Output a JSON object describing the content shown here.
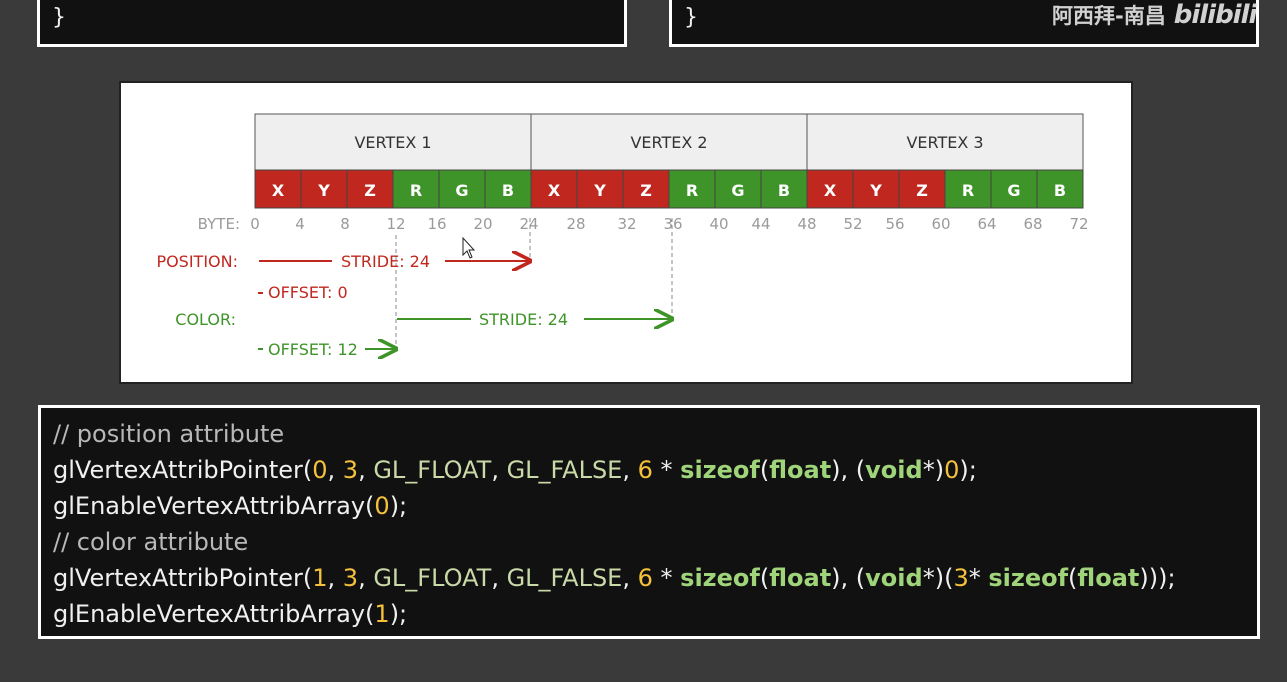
{
  "top_snippets": {
    "left_brace": "}",
    "right_brace": "}"
  },
  "watermark": {
    "author": "阿西拜-南昌",
    "logo": "bilibili"
  },
  "diagram": {
    "vertices": [
      "VERTEX 1",
      "VERTEX 2",
      "VERTEX 3"
    ],
    "components": [
      "X",
      "Y",
      "Z",
      "R",
      "G",
      "B",
      "X",
      "Y",
      "Z",
      "R",
      "G",
      "B",
      "X",
      "Y",
      "Z",
      "R",
      "G",
      "B"
    ],
    "byte_label": "BYTE:",
    "byte_ticks": [
      "0",
      "4",
      "8",
      "12",
      "16",
      "20",
      "24",
      "28",
      "32",
      "36",
      "40",
      "44",
      "48",
      "52",
      "56",
      "60",
      "64",
      "68",
      "72"
    ],
    "position": {
      "label": "POSITION:",
      "stride": "STRIDE: 24",
      "offset": "OFFSET: 0"
    },
    "color": {
      "label": "COLOR:",
      "stride": "STRIDE: 24",
      "offset": "OFFSET: 12"
    },
    "colors": {
      "position_red": "#c0281f",
      "color_green": "#3e9429",
      "header_bg": "#efefef",
      "tick_gray": "#9a9a9a"
    }
  },
  "code": {
    "line1_comment": "// position attribute",
    "line2": {
      "fn": "glVertexAttribPointer",
      "p0": "(",
      "a0": "0",
      "s0": ", ",
      "a1": "3",
      "s1": ", ",
      "a2": "GL_FLOAT",
      "s2": ", ",
      "a3": "GL_FALSE",
      "s3": ", ",
      "a4": "6",
      "s4": " * ",
      "kw1": "sizeof",
      "p1": "(",
      "kw2": "float",
      "p2": "), (",
      "kw3": "void",
      "p3": "*)",
      "a5": "0",
      "p4": ");"
    },
    "line3": {
      "fn": "glEnableVertexAttribArray",
      "p0": "(",
      "a0": "0",
      "p1": ");"
    },
    "line4_comment": "// color attribute",
    "line5": {
      "fn": "glVertexAttribPointer",
      "p0": "(",
      "a0": "1",
      "s0": ", ",
      "a1": "3",
      "s1": ", ",
      "a2": "GL_FLOAT",
      "s2": ", ",
      "a3": "GL_FALSE",
      "s3": ", ",
      "a4": "6",
      "s4": " * ",
      "kw1": "sizeof",
      "p1": "(",
      "kw2": "float",
      "p2": "), (",
      "kw3": "void",
      "p3": "*)(",
      "a5": "3",
      "s5": "* ",
      "kw4": "sizeof",
      "p4": "(",
      "kw5": "float",
      "p5": ")));"
    },
    "line6": {
      "fn": "glEnableVertexAttribArray",
      "p0": "(",
      "a0": "1",
      "p1": ");"
    }
  }
}
